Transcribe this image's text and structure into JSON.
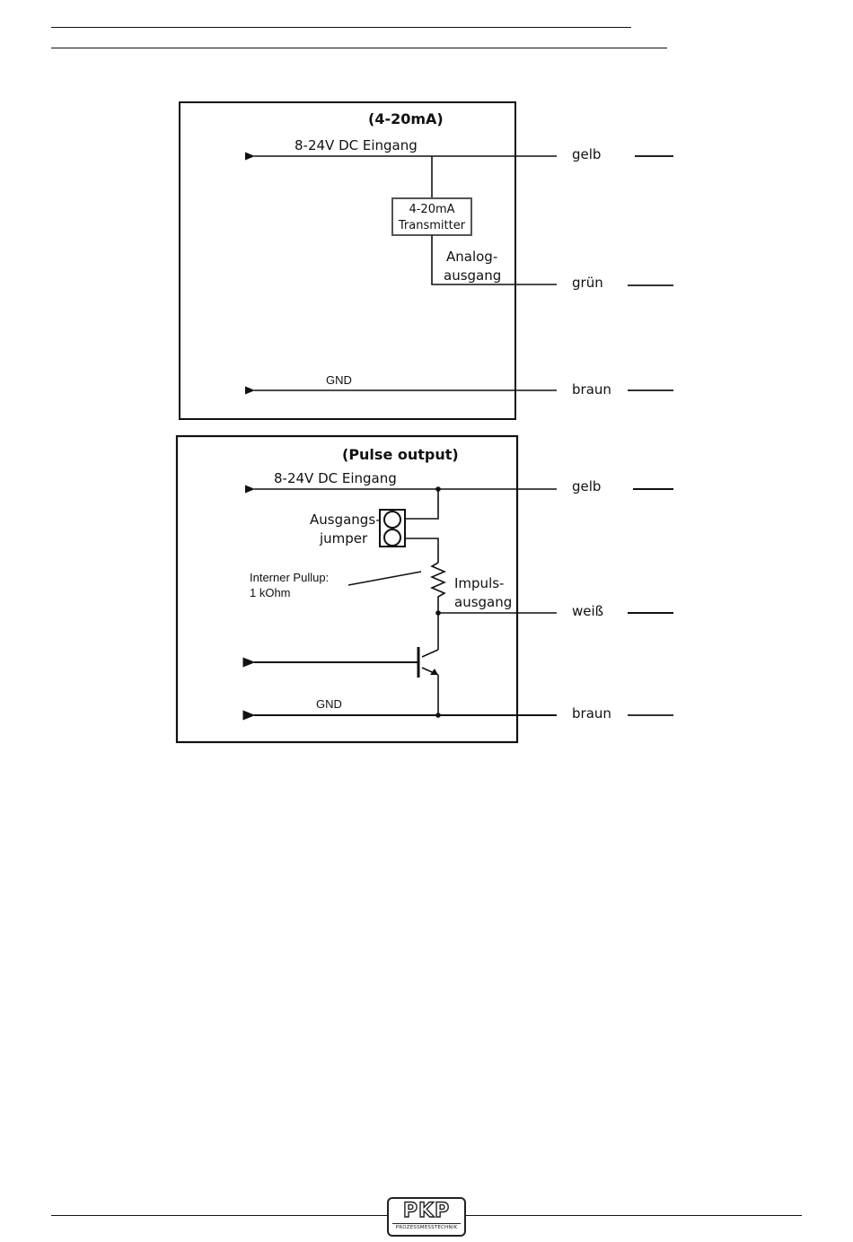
{
  "box_4_20mA": {
    "title": "(4-20mA)",
    "supply_label": "8-24V DC Eingang",
    "transmitter_line1": "4-20mA",
    "transmitter_line2": "Transmitter",
    "analog_line1": "Analog-",
    "analog_line2": "ausgang",
    "gnd_label": "GND",
    "wires": [
      "gelb",
      "grün",
      "braun"
    ]
  },
  "box_pulse": {
    "title": "(Pulse output)",
    "supply_label": "8-24V DC Eingang",
    "jumper_line1": "Ausgangs-",
    "jumper_line2": "jumper",
    "pullup_line1": "Interner Pullup:",
    "pullup_line2": "1 kOhm",
    "impuls_line1": "Impuls-",
    "impuls_line2": "ausgang",
    "gnd_label": "GND",
    "wires": [
      "gelb",
      "weiß",
      "braun"
    ]
  },
  "footer": {
    "logo_text": "PKP",
    "logo_subtext": "PROZESSMESSTECHNIK"
  }
}
